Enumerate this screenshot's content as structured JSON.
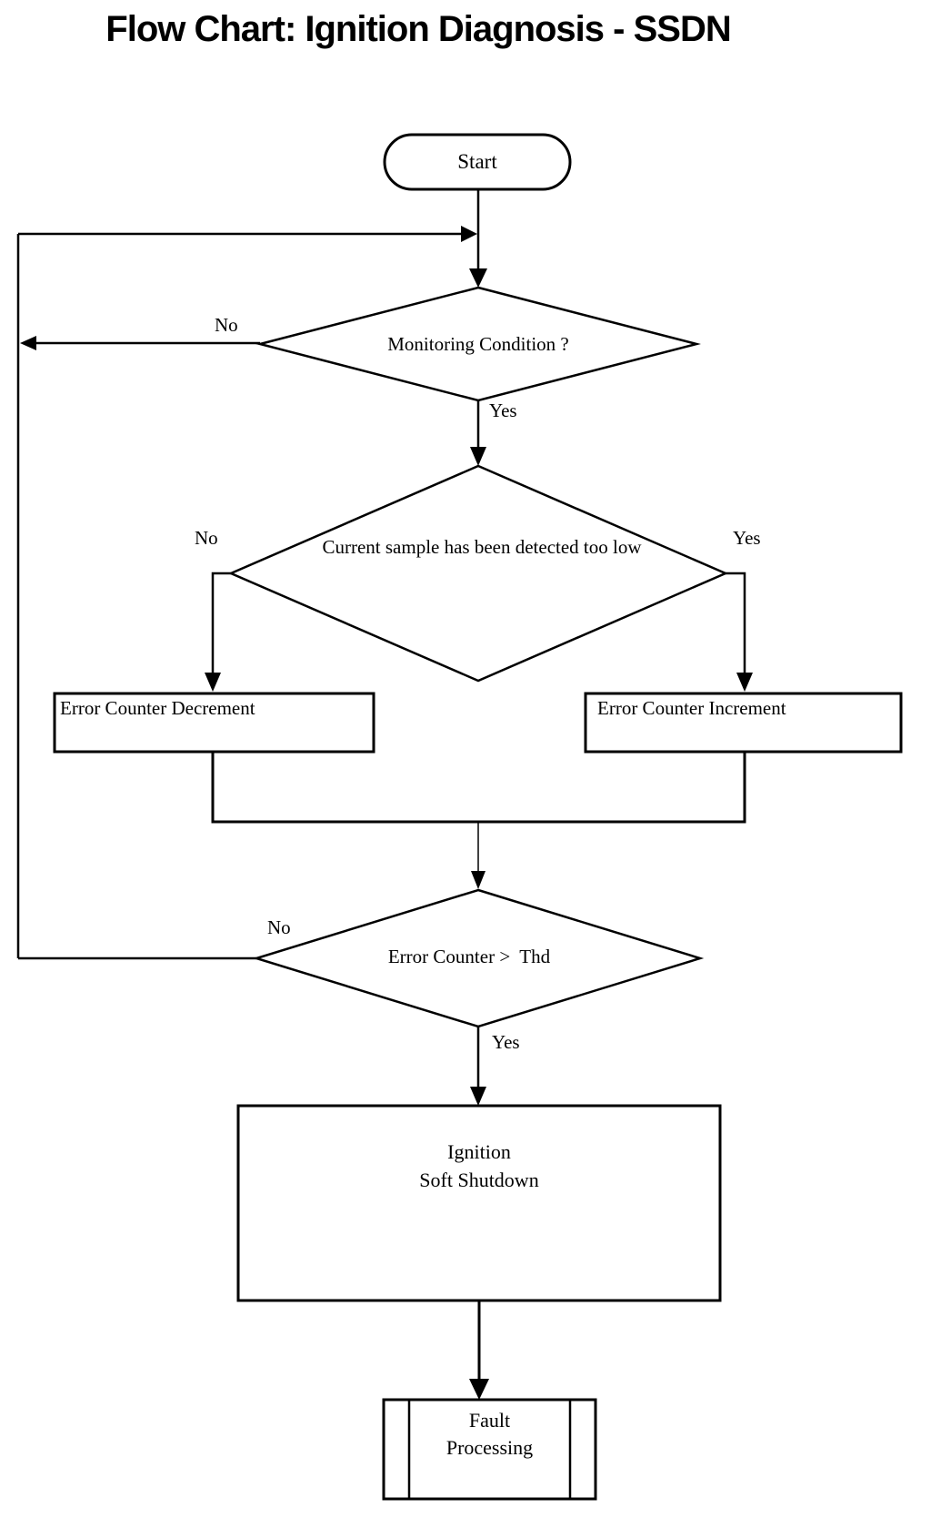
{
  "page": {
    "title": "Flow Chart: Ignition Diagnosis - SSDN"
  },
  "colors": {
    "stroke": "#000000",
    "background": "#ffffff",
    "text": "#000000"
  },
  "flowchart": {
    "nodes": {
      "start": {
        "shape": "terminator",
        "label": "Start"
      },
      "monitoring_condition": {
        "shape": "decision",
        "label": "Monitoring Condition ?",
        "branch_no": "No",
        "branch_yes": "Yes"
      },
      "current_sample_low": {
        "shape": "decision",
        "label": "Current sample has been detected too low",
        "branch_no": "No",
        "branch_yes": "Yes"
      },
      "error_counter_decrement": {
        "shape": "process",
        "label": "Error Counter Decrement"
      },
      "error_counter_increment": {
        "shape": "process",
        "label": "Error Counter Increment"
      },
      "error_counter_threshold": {
        "shape": "decision",
        "label": "Error Counter >  Thd",
        "branch_no": "No",
        "branch_yes": "Yes"
      },
      "ignition_soft_shutdown": {
        "shape": "process",
        "label_line1": "Ignition",
        "label_line2": "Soft Shutdown"
      },
      "fault_processing": {
        "shape": "predefined_process",
        "label_line1": "Fault",
        "label_line2": "Processing"
      }
    }
  }
}
